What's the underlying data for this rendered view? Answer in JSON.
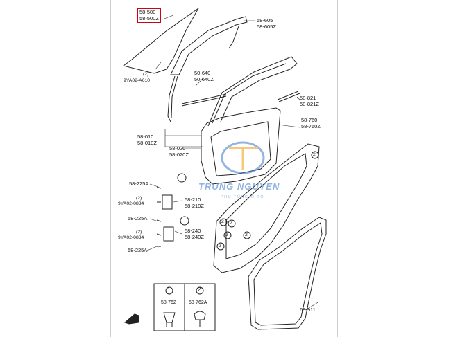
{
  "parts": {
    "glass": [
      "58-500",
      "58-500Z"
    ],
    "run_channel": [
      "58-605",
      "58-605Z"
    ],
    "glass_fastener": [
      "(2)",
      "9YA02-A610"
    ],
    "belt_molding": [
      "50-640",
      "50-640Z"
    ],
    "outer_weatherstrip": [
      "58-821",
      "58-821Z"
    ],
    "door_panel": [
      "58-010",
      "58-010Z"
    ],
    "door_panel_2": [
      "58-020",
      "58-020Z"
    ],
    "weatherstrip_door": [
      "58-760",
      "58-760Z"
    ],
    "bolt_top": "58-225A",
    "bolt_top_qty": "(2)",
    "bolt_top_code": "9YA02-0834",
    "hinge_upper": [
      "58-210",
      "58-210Z"
    ],
    "bolt_mid": "58-225A",
    "bolt_mid_qty": "(2)",
    "bolt_mid_code": "9YA02-0834",
    "hinge_lower": [
      "58-240",
      "58-240Z"
    ],
    "bolt_bottom": "58-225A",
    "opening_seal": "68-911"
  },
  "callouts": [
    "2",
    "2",
    "2",
    "2",
    "2",
    "2"
  ],
  "legend": {
    "item1_num": "1",
    "item1_code": "58-762",
    "item2_num": "2",
    "item2_code": "58-762A"
  },
  "watermark": {
    "brand": "TRUNG NGUYEN",
    "tagline": "PHỤ TÙNG Ô TÔ"
  },
  "colors": {
    "line": "#222222",
    "highlight": "#d0021b",
    "watermark": "#3a78c9"
  }
}
